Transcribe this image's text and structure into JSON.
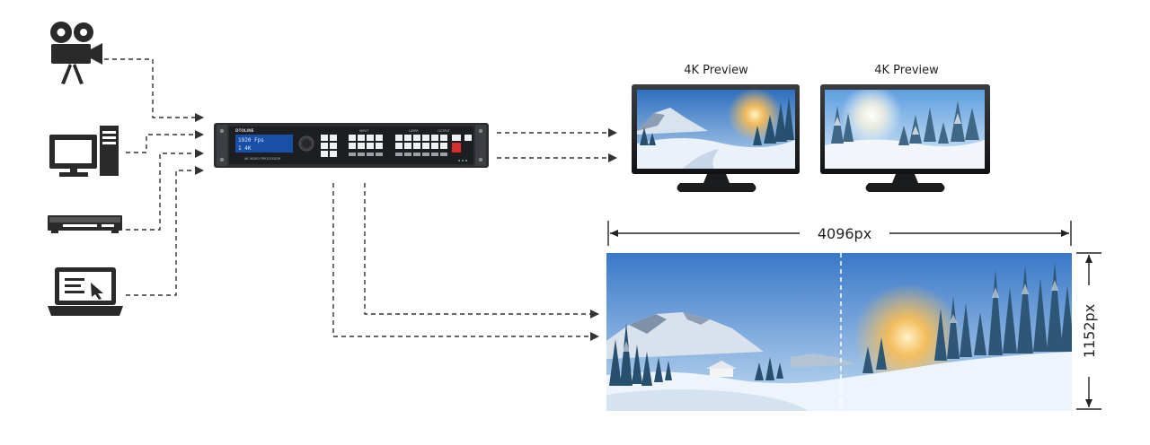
{
  "device": {
    "brand": "DTOLINE",
    "model": "4K VIDEO PROCESSOR",
    "screen_line1": "1920 Fps",
    "screen_line2": "1 4K",
    "panel_labels": [
      "INPUT",
      "LAYER",
      "OUTPUT"
    ]
  },
  "outputs": {
    "preview_1_label": "4K Preview",
    "preview_2_label": "4K Preview"
  },
  "led_wall": {
    "width_label": "4096px",
    "height_label": "1152px"
  },
  "sources": {
    "icons": [
      "video-camera-icon",
      "desktop-computer-icon",
      "media-player-icon",
      "laptop-icon"
    ]
  },
  "colors": {
    "sky_top": "#3f7fc8",
    "sky_bottom": "#bcd8f0",
    "snow": "#eef4fb",
    "tree": "#27506f",
    "sun": "#ffb640",
    "device_body": "#1f2124",
    "device_screen": "#1a4fa8"
  }
}
